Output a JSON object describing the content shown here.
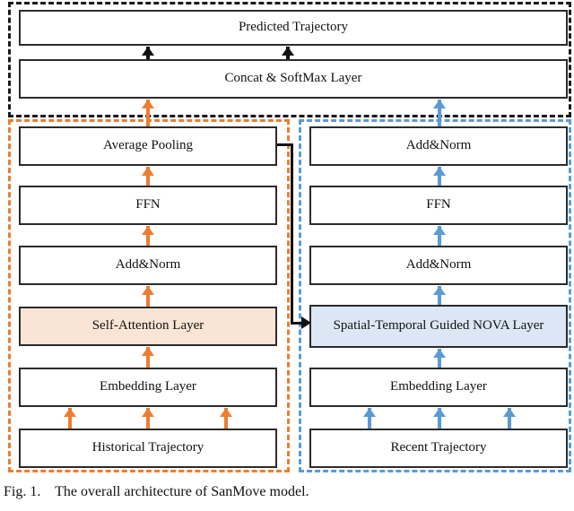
{
  "figure": {
    "caption_label": "Fig. 1.",
    "caption_text": "The overall architecture of SanMove model."
  },
  "colors": {
    "orange": "#ed7d31",
    "blue": "#5b9bd5",
    "black": "#1a1a1a",
    "peach_fill": "#fae4d6",
    "blue_fill": "#dbe7f4"
  },
  "diagram": {
    "output_group": {
      "label": "output-group",
      "nodes": [
        {
          "id": "predicted-trajectory",
          "label": "Predicted Trajectory"
        },
        {
          "id": "concat-softmax",
          "label": "Concat & SoftMax Layer"
        }
      ]
    },
    "left_branch": {
      "label": "historical-trajectory-branch",
      "accent": "#ed7d31",
      "nodes": [
        {
          "id": "average-pooling",
          "label": "Average Pooling"
        },
        {
          "id": "ffn",
          "label": "FFN"
        },
        {
          "id": "add-norm",
          "label": "Add&Norm"
        },
        {
          "id": "self-attention",
          "label": "Self-Attention Layer",
          "highlight": "peach"
        },
        {
          "id": "embedding",
          "label": "Embedding Layer"
        },
        {
          "id": "historical-trajectory",
          "label": "Historical Trajectory"
        }
      ]
    },
    "right_branch": {
      "label": "recent-trajectory-branch",
      "accent": "#5b9bd5",
      "nodes": [
        {
          "id": "add-norm-2",
          "label": "Add&Norm"
        },
        {
          "id": "ffn",
          "label": "FFN"
        },
        {
          "id": "add-norm-1",
          "label": "Add&Norm"
        },
        {
          "id": "nova-layer",
          "label": "Spatial-Temporal Guided NOVA Layer",
          "highlight": "blue"
        },
        {
          "id": "embedding",
          "label": "Embedding Layer"
        },
        {
          "id": "recent-trajectory",
          "label": "Recent Trajectory"
        }
      ]
    },
    "connector": {
      "id": "avgpool-to-nova",
      "from": "average-pooling",
      "to": "nova-layer",
      "color": "#111111"
    }
  }
}
